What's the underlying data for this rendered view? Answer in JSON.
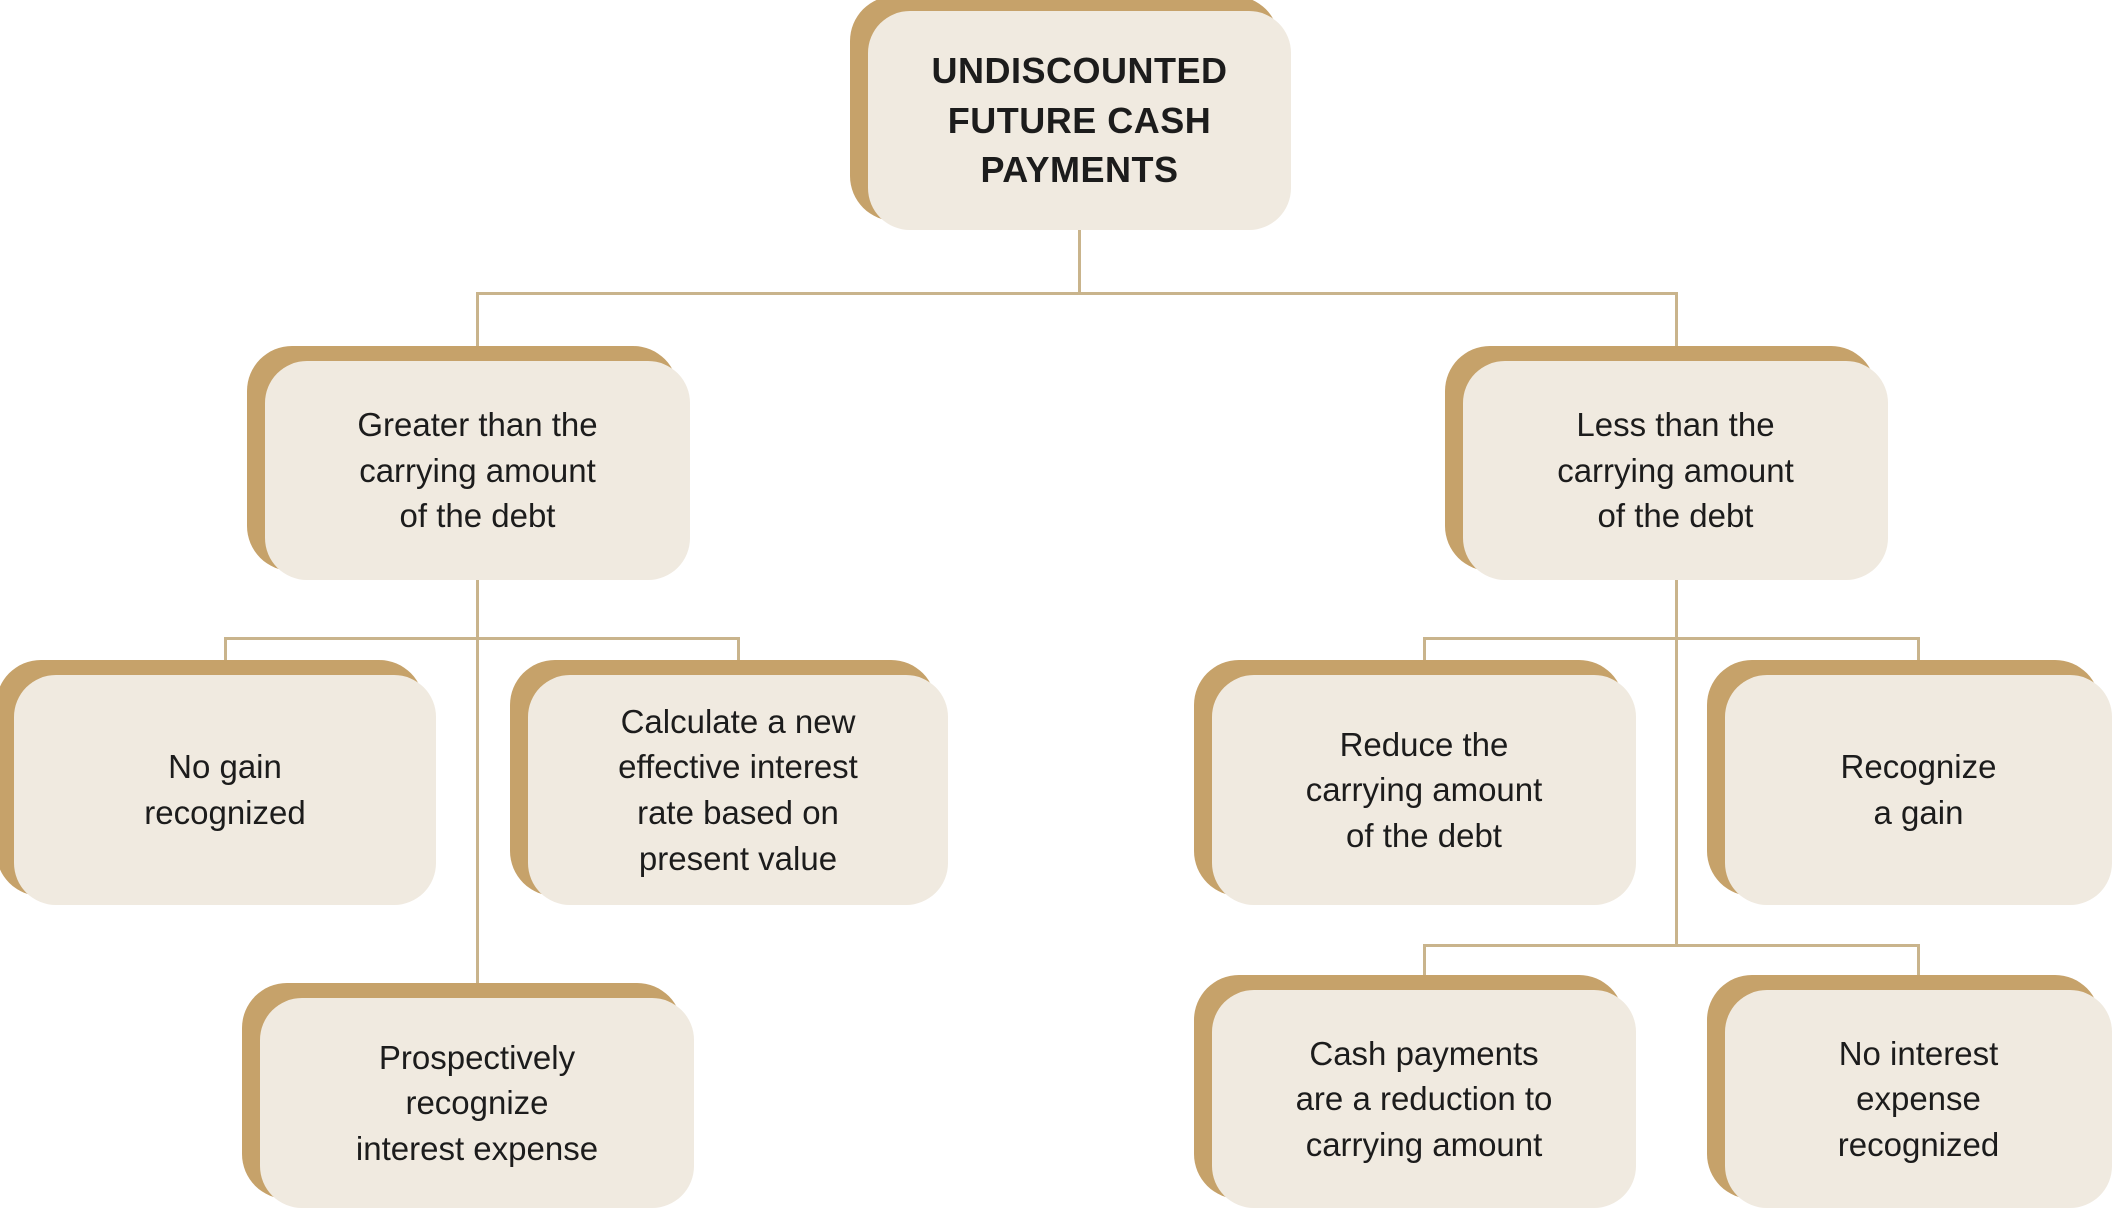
{
  "diagram": {
    "title": "UNDISCOUNTED FUTURE CASH PAYMENTS",
    "colors": {
      "box_fill": "#F0EAE0",
      "box_shadow": "#C6A26A",
      "connector": "#C9B48C",
      "text": "#1C1C1C",
      "background": "#FFFFFF"
    },
    "nodes": {
      "root": {
        "label": "UNDISCOUNTED\nFUTURE CASH\nPAYMENTS"
      },
      "greater": {
        "label": "Greater than the\ncarrying amount\nof the debt"
      },
      "less": {
        "label": "Less than the\ncarrying amount\nof the debt"
      },
      "no_gain": {
        "label": "No gain\nrecognized"
      },
      "new_rate": {
        "label": "Calculate a new\neffective interest\nrate based on\npresent value"
      },
      "prospective": {
        "label": "Prospectively\nrecognize\ninterest expense"
      },
      "reduce": {
        "label": "Reduce the\ncarrying amount\nof the debt"
      },
      "gain": {
        "label": "Recognize\na gain"
      },
      "cash_reduction": {
        "label": "Cash payments\nare a reduction to\ncarrying amount"
      },
      "no_interest": {
        "label": "No interest\nexpense\nrecognized"
      }
    }
  }
}
